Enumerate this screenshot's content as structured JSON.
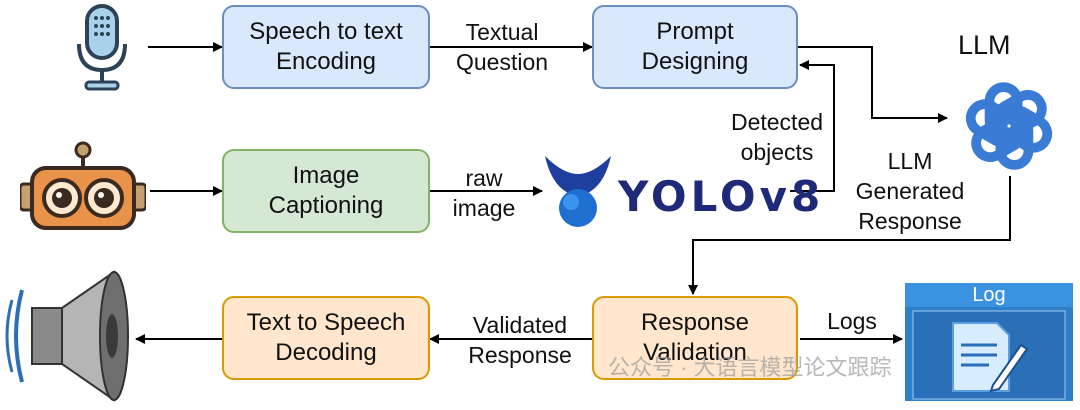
{
  "boxes": {
    "speech_to_text": [
      "Speech to text",
      "Encoding"
    ],
    "prompt_designing": [
      "Prompt",
      "Designing"
    ],
    "image_captioning": [
      "Image",
      "Captioning"
    ],
    "response_validation": [
      "Response",
      "Validation"
    ],
    "text_to_speech": [
      "Text to Speech",
      "Decoding"
    ]
  },
  "labels": {
    "textual_question": [
      "Textual",
      "Question"
    ],
    "detected_objects": [
      "Detected",
      "objects"
    ],
    "raw_image": [
      "raw",
      "image"
    ],
    "llm_generated_response": [
      "LLM",
      "Generated",
      "Response"
    ],
    "validated_response": [
      "Validated",
      "Response"
    ],
    "logs": "Logs"
  },
  "icons": {
    "llm_title": "LLM",
    "yolo_text": "YOLOv8",
    "log_title": "Log",
    "microphone": "microphone-icon",
    "robot": "robot-icon",
    "speaker": "speaker-icon",
    "llm_logo": "openai-logo-icon",
    "yolo_logo": "yolo-logo-icon",
    "log_document": "log-document-icon"
  },
  "colors": {
    "blue_fill": "#dae8fc",
    "blue_stroke": "#6c8ebf",
    "green_fill": "#d5e8d4",
    "green_stroke": "#82b366",
    "orange_fill": "#ffe6cc",
    "orange_stroke": "#d79b00",
    "llm_blue": "#3a7bd5",
    "yolo_blue": "#1f3f9e",
    "log_blue": "#2f7fc8"
  },
  "watermark": "公众号 · 大语言模型论文跟踪"
}
